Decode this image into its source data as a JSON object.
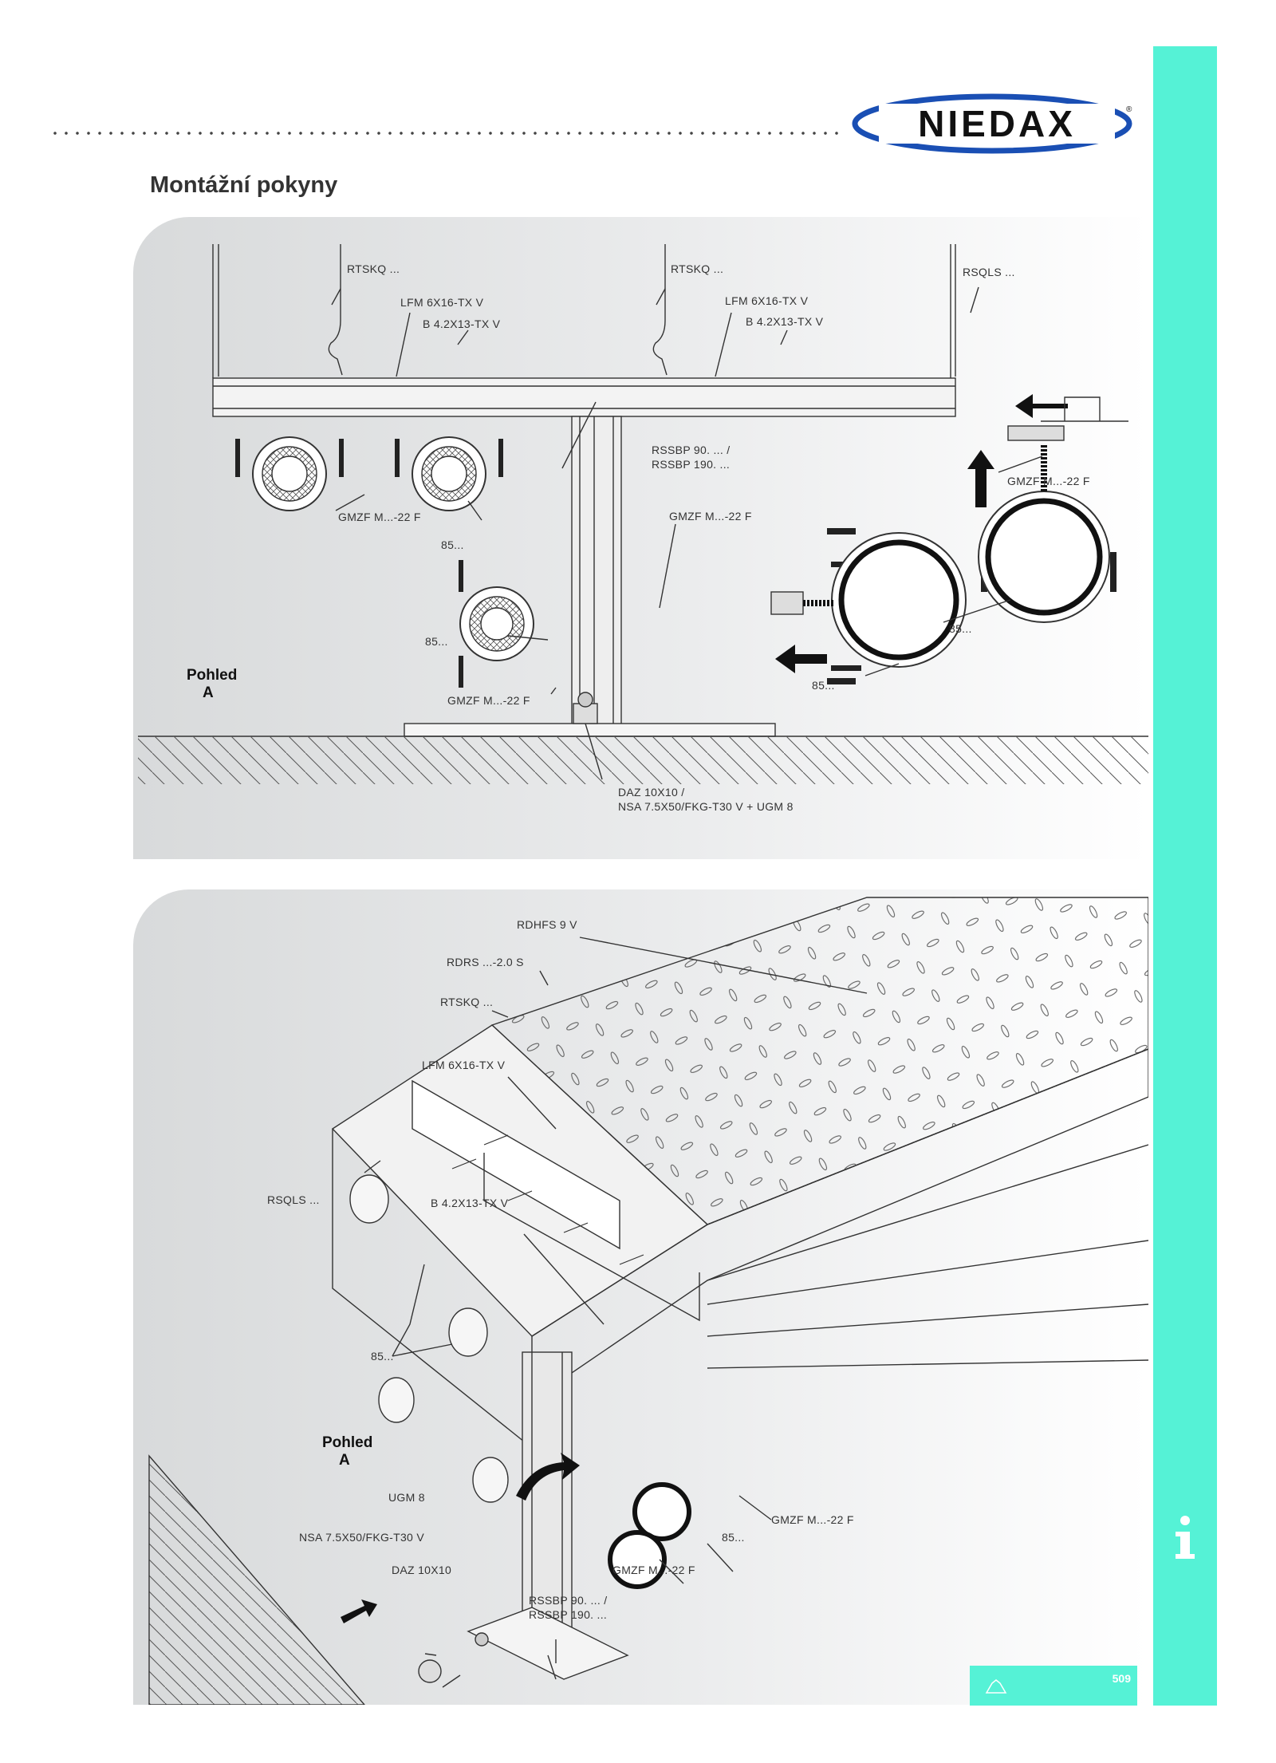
{
  "brand": {
    "logo_text": "NIEDAX",
    "registered_mark": "®"
  },
  "page": {
    "title": "Montážní pokyny",
    "number": "509"
  },
  "sidebar": {
    "icon": "info-icon"
  },
  "footer": {
    "icon": "outline-shape-icon"
  },
  "colors": {
    "accent": "#55f2d6",
    "logo_blue": "#1a4fb4",
    "panel_gray": "#dadcdd"
  },
  "view_a_label": {
    "line1": "Pohled",
    "line2": "A"
  },
  "diagram_top": {
    "labels": {
      "rtskq_left": "RTSKQ ...",
      "rtskq_right": "RTSKQ ...",
      "rsqls": "RSQLS ...",
      "lfm_left": "LFM 6X16-TX V",
      "lfm_right": "LFM 6X16-TX V",
      "b42_left": "B 4.2X13-TX V",
      "b42_right": "B 4.2X13-TX V",
      "rssbp_1": "RSSBP 90. ... /",
      "rssbp_2": "RSSBP 190. ...",
      "gmzf_right": "GMZF M...-22 F",
      "gmzf_left": "GMZF M...-22 F",
      "gmzf_mid": "GMZF M...-22 F",
      "gmzf_bottom": "GMZF M...-22 F",
      "n85_a": "85...",
      "n85_b": "85...",
      "n85_c": "85...",
      "n85_d": "85...",
      "daz_1": "DAZ 10X10 /",
      "daz_2": "NSA 7.5X50/FKG-T30 V + UGM 8"
    }
  },
  "diagram_bottom": {
    "labels": {
      "rdhfs": "RDHFS 9 V",
      "rdrs": "RDRS ...-2.0 S",
      "rtskq": "RTSKQ ...",
      "lfm": "LFM 6X16-TX V",
      "rsqls": "RSQLS ...",
      "b42": "B 4.2X13-TX V",
      "n85_left": "85...",
      "n85_right": "85...",
      "gmzf_right": "GMZF M...-22 F",
      "gmzf_bottom": "GMZF M...-22 F",
      "ugm": "UGM 8",
      "nsa": "NSA 7.5X50/FKG-T30 V",
      "daz": "DAZ 10X10",
      "rssbp_1": "RSSBP 90. ... /",
      "rssbp_2": "RSSBP 190. ..."
    }
  }
}
